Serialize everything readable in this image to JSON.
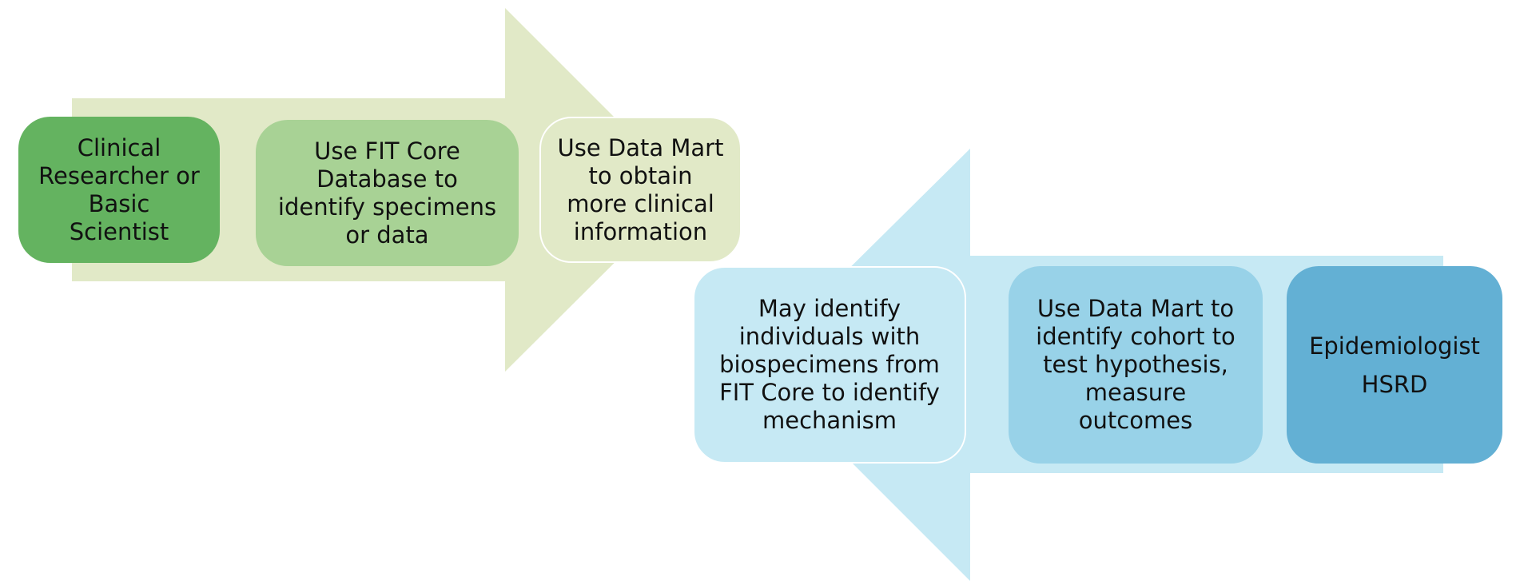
{
  "diagram": {
    "colors": {
      "top_arrow": "#e1e9c7",
      "bottom_arrow": "#c6e9f4",
      "box1": "#64b360",
      "box2": "#a8d295",
      "box3": "#e1e9c7",
      "box4": "#c6e9f4",
      "box5": "#98d2e8",
      "box6": "#63b0d4"
    },
    "top_row": {
      "direction": "right",
      "steps": [
        {
          "lines": [
            "Clinical",
            "Researcher or",
            "Basic",
            "Scientist"
          ]
        },
        {
          "lines": [
            "Use FIT Core",
            "Database to",
            "identify specimens",
            "or data"
          ]
        },
        {
          "lines": [
            "Use Data Mart",
            "to obtain",
            "more clinical",
            "information"
          ]
        }
      ]
    },
    "bottom_row": {
      "direction": "left",
      "steps": [
        {
          "lines": [
            "May identify",
            "individuals with",
            "biospecimens from",
            "FIT Core to identify",
            "mechanism"
          ]
        },
        {
          "lines": [
            "Use Data Mart to",
            "identify cohort to",
            "test hypothesis,",
            "measure",
            "outcomes"
          ]
        },
        {
          "lines": [
            "Epidemiologist",
            "HSRD"
          ]
        }
      ]
    }
  }
}
